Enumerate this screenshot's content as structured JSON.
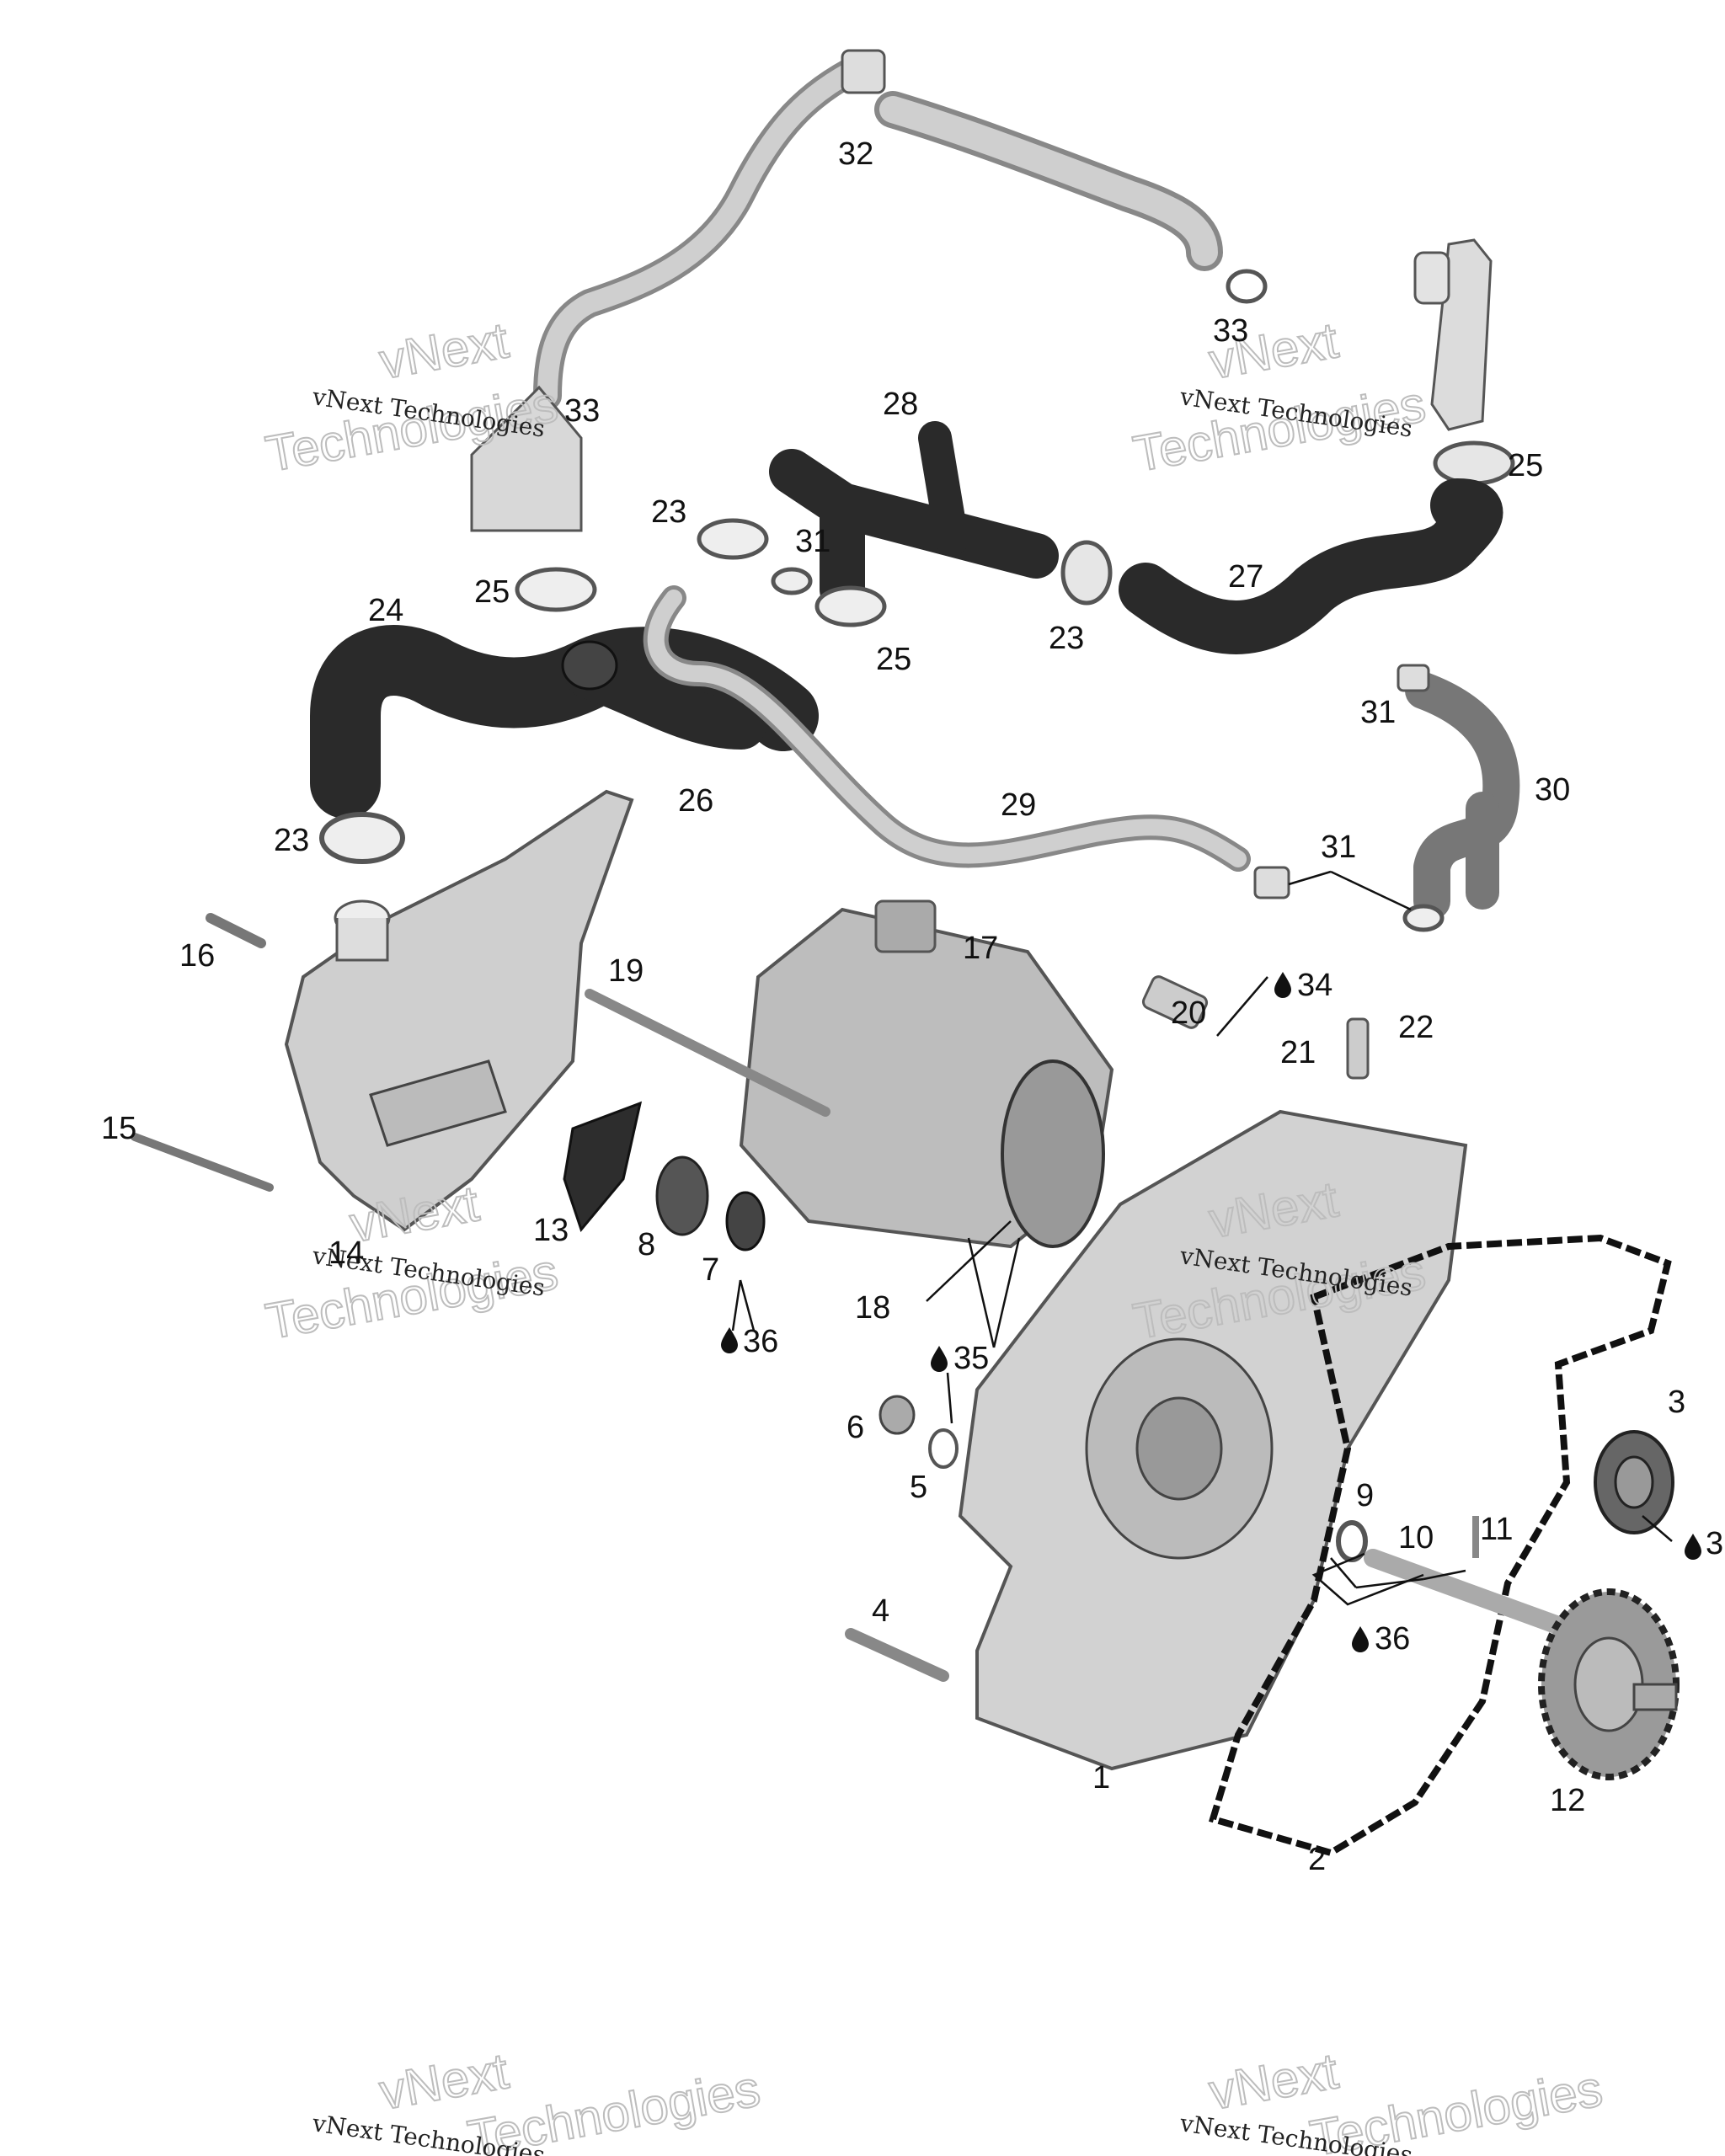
{
  "callouts": {
    "c1": "1",
    "c2": "2",
    "c3": "3",
    "c3b": "3",
    "c4": "4",
    "c5": "5",
    "c6": "6",
    "c7": "7",
    "c8": "8",
    "c9": "9",
    "c10": "10",
    "c11": "11",
    "c12": "12",
    "c13": "13",
    "c14": "14",
    "c15": "15",
    "c16": "16",
    "c17": "17",
    "c18": "18",
    "c19": "19",
    "c20": "20",
    "c21": "21",
    "c22": "22",
    "c23a": "23",
    "c23b": "23",
    "c23c": "23",
    "c24": "24",
    "c25a": "25",
    "c25b": "25",
    "c25c": "25",
    "c26": "26",
    "c27": "27",
    "c28": "28",
    "c29": "29",
    "c30": "30",
    "c31a": "31",
    "c31b": "31",
    "c31c": "31",
    "c32": "32",
    "c33a": "33",
    "c33b": "33",
    "c34": "34",
    "c35": "35",
    "c36a": "36",
    "c36b": "36"
  },
  "watermark": {
    "line1": "vNext Technologies",
    "line2a": "vNext",
    "line2b": "Technologies"
  },
  "colors": {
    "rubber_hose": "#2a2a2a",
    "metal_part": "#c9c9c9",
    "outline": "#111111"
  }
}
